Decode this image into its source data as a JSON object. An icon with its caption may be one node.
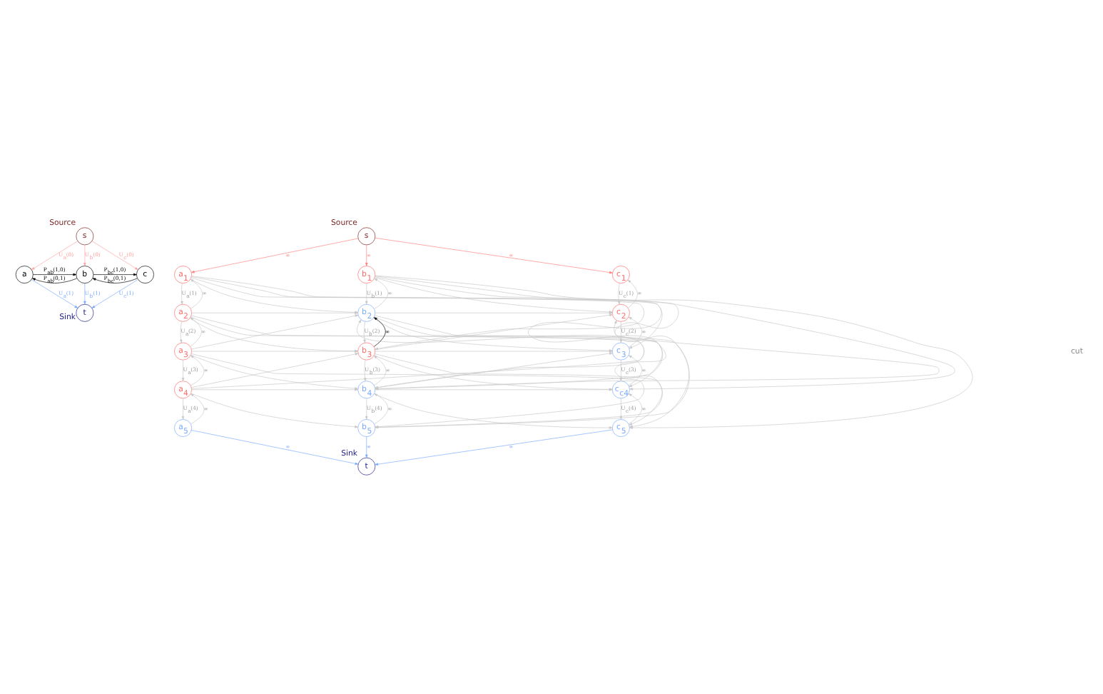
{
  "diagram": {
    "nodes": [
      {
        "text": [
          "s"
        ],
        "beside": [
          "Source"
        ]
      },
      {
        "text": [
          "a"
        ]
      },
      {
        "text": [
          "b"
        ]
      },
      {
        "text": [
          "c"
        ]
      },
      {
        "text": [
          "t"
        ],
        "beside": [
          "Sink"
        ]
      },
      {
        "text": [
          "s"
        ],
        "beside": [
          "Source"
        ]
      },
      {
        "text": [
          "a$_{1}$"
        ]
      },
      {
        "text": [
          "a$_{2}$"
        ]
      },
      {
        "text": [
          "a$_{3}$"
        ]
      },
      {
        "text": [
          "a$_{4}$"
        ]
      },
      {
        "text": [
          "a$_{5}$"
        ]
      },
      {
        "text": [
          "b$_{1}$"
        ]
      },
      {
        "text": [
          "b$_{2}$"
        ]
      },
      {
        "text": [
          "b$_{3}$"
        ]
      },
      {
        "text": [
          "b$_{4}$"
        ]
      },
      {
        "text": [
          "b$_{5}$"
        ]
      },
      {
        "text": [
          "c$_{1}$"
        ]
      },
      {
        "text": [
          "c$_{2}$"
        ]
      },
      {
        "text": [
          "c$_{3}$"
        ]
      },
      {
        "text": [
          "c$_{c4}$"
        ]
      },
      {
        "text": [
          "c$_{5}$"
        ]
      },
      {
        "text": [
          "t"
        ],
        "beside": [
          "Sink"
        ]
      }
    ],
    "edges": [
      {
        "from": 0,
        "to": 1,
        "arrow": "to",
        "label": "U$_{a}$(0)",
        "color": "#ffa0a0"
      },
      {
        "from": 0,
        "to": 2,
        "arrow": "to",
        "label": "U$_{b}$(0)",
        "color": "#ffa0a0"
      },
      {
        "from": 0,
        "to": 3,
        "arrow": "to",
        "label": "U$_{c}$(0)",
        "color": "#ffa0a0"
      },
      {
        "from": 1,
        "to": 2,
        "arrow": "to",
        "label": "P$_{ab}$(1,0)",
        "color": "#000000"
      },
      {
        "from": 2,
        "to": 1,
        "arrow": "to",
        "label": "P$_{ab}$(0,1)",
        "color": "#000000"
      },
      {
        "from": 2,
        "to": 3,
        "arrow": "to",
        "label": "P$_{bc}$(1,0)",
        "color": "#000000"
      },
      {
        "from": 3,
        "to": 2,
        "arrow": "to",
        "label": "P$_{bc}$(0,1)",
        "color": "#000000"
      },
      {
        "from": 1,
        "to": 4,
        "arrow": "to",
        "label": "U$_{a}$(1)",
        "color": "#7aaaff"
      },
      {
        "from": 2,
        "to": 4,
        "arrow": "to",
        "label": "U$_{b}$(1)",
        "color": "#7aaaff"
      },
      {
        "from": 3,
        "to": 4,
        "arrow": "to",
        "label": "U$_{c}$(1)",
        "color": "#7aaaff"
      },
      {
        "from": 5,
        "to": 6,
        "arrow": "to",
        "label": "∞",
        "color": "#ff7f7f"
      },
      {
        "from": 5,
        "to": 11,
        "arrow": "to",
        "label": "∞",
        "color": "#ff7f7f"
      },
      {
        "from": 5,
        "to": 16,
        "arrow": "to",
        "label": "∞",
        "color": "#ff7f7f"
      },
      {
        "from": 6,
        "to": 7,
        "arrow": "to",
        "label": "U$_{a}$(1)"
      },
      {
        "from": 7,
        "to": 6,
        "arrow": "to",
        "label": "∞"
      },
      {
        "from": 7,
        "to": 8,
        "arrow": "to",
        "label": "U$_{a}$(2)"
      },
      {
        "from": 8,
        "to": 7,
        "arrow": "to",
        "label": "∞"
      },
      {
        "from": 8,
        "to": 9,
        "arrow": "to",
        "label": "U$_{a}$(3)"
      },
      {
        "from": 9,
        "to": 8,
        "arrow": "to",
        "label": "∞"
      },
      {
        "from": 9,
        "to": 10,
        "arrow": "to",
        "label": "U$_{a}$(4)"
      },
      {
        "from": 10,
        "to": 9,
        "arrow": "to",
        "label": "∞"
      },
      {
        "from": 11,
        "to": 12,
        "arrow": "to",
        "label": "U$_{b}$(1)"
      },
      {
        "from": 12,
        "to": 11,
        "arrow": "to",
        "label": "∞"
      },
      {
        "from": 12,
        "to": 13,
        "arrow": "to",
        "label": "U$_{b}$(2)"
      },
      {
        "from": 13,
        "to": 12,
        "arrow": "to",
        "label": "∞",
        "color": "#000000"
      },
      {
        "from": 13,
        "to": 14,
        "arrow": "to",
        "label": "U$_{b}$(3)"
      },
      {
        "from": 14,
        "to": 13,
        "arrow": "to",
        "label": "∞"
      },
      {
        "from": 14,
        "to": 15,
        "arrow": "to",
        "label": "U$_{b}$(4)"
      },
      {
        "from": 15,
        "to": 14,
        "arrow": "to",
        "label": "∞"
      },
      {
        "from": 16,
        "to": 17,
        "arrow": "to",
        "label": "U$_{c}$(1)"
      },
      {
        "from": 17,
        "to": 16,
        "arrow": "to",
        "label": "∞"
      },
      {
        "from": 17,
        "to": 18,
        "arrow": "to",
        "label": "U$_{c}$(2)"
      },
      {
        "from": 18,
        "to": 17,
        "arrow": "to",
        "label": "∞"
      },
      {
        "from": 18,
        "to": 19,
        "arrow": "to",
        "label": "U$_{c}$(3)"
      },
      {
        "from": 19,
        "to": 18,
        "arrow": "to",
        "label": "∞"
      },
      {
        "from": 19,
        "to": 20,
        "arrow": "to",
        "label": "U$_{c}$(4)"
      },
      {
        "from": 20,
        "to": 19,
        "arrow": "to",
        "label": "∞"
      },
      {
        "from": 6,
        "to": 12,
        "arrow": "to"
      },
      {
        "from": 6,
        "to": 13,
        "arrow": "to"
      },
      {
        "from": 6,
        "to": 14,
        "arrow": "to"
      },
      {
        "from": 6,
        "to": 15,
        "arrow": "to"
      },
      {
        "from": 7,
        "to": 12,
        "arrow": "to"
      },
      {
        "from": 7,
        "to": 13,
        "arrow": "to"
      },
      {
        "from": 7,
        "to": 14,
        "arrow": "to"
      },
      {
        "from": 7,
        "to": 15,
        "arrow": "to"
      },
      {
        "from": 8,
        "to": 12,
        "arrow": "to"
      },
      {
        "from": 8,
        "to": 13,
        "arrow": "to"
      },
      {
        "from": 8,
        "to": 14,
        "arrow": "to"
      },
      {
        "from": 8,
        "to": 15,
        "arrow": "to"
      },
      {
        "from": 9,
        "to": 12,
        "arrow": "to"
      },
      {
        "from": 9,
        "to": 13,
        "arrow": "to"
      },
      {
        "from": 9,
        "to": 14,
        "arrow": "to"
      },
      {
        "from": 9,
        "to": 15,
        "arrow": "to"
      },
      {
        "from": 11,
        "to": 17,
        "arrow": "to"
      },
      {
        "from": 11,
        "to": 18,
        "arrow": "to"
      },
      {
        "from": 11,
        "to": 19,
        "arrow": "to"
      },
      {
        "from": 11,
        "to": 20,
        "arrow": "to"
      },
      {
        "from": 12,
        "to": 17,
        "arrow": "to"
      },
      {
        "from": 12,
        "to": 18,
        "arrow": "to"
      },
      {
        "from": 12,
        "to": 19,
        "arrow": "to"
      },
      {
        "from": 12,
        "to": 20,
        "arrow": "to"
      },
      {
        "from": 13,
        "to": 17,
        "arrow": "to"
      },
      {
        "from": 13,
        "to": 18,
        "arrow": "to"
      },
      {
        "from": 13,
        "to": 19,
        "arrow": "to"
      },
      {
        "from": 13,
        "to": 20,
        "arrow": "to"
      },
      {
        "from": 14,
        "to": 17,
        "arrow": "to"
      },
      {
        "from": 14,
        "to": 18,
        "arrow": "to"
      },
      {
        "from": 14,
        "to": 19,
        "arrow": "to"
      },
      {
        "from": 14,
        "to": 20,
        "arrow": "to"
      },
      {
        "from": 10,
        "to": 21,
        "arrow": "to",
        "label": "∞",
        "color": "#7aaaff"
      },
      {
        "from": 15,
        "to": 21,
        "arrow": "to",
        "label": "∞",
        "color": "#7aaaff"
      },
      {
        "from": 20,
        "to": 21,
        "arrow": "to",
        "label": "∞",
        "color": "#7aaaff"
      }
    ],
    "labels": [
      "cut"
    ]
  }
}
